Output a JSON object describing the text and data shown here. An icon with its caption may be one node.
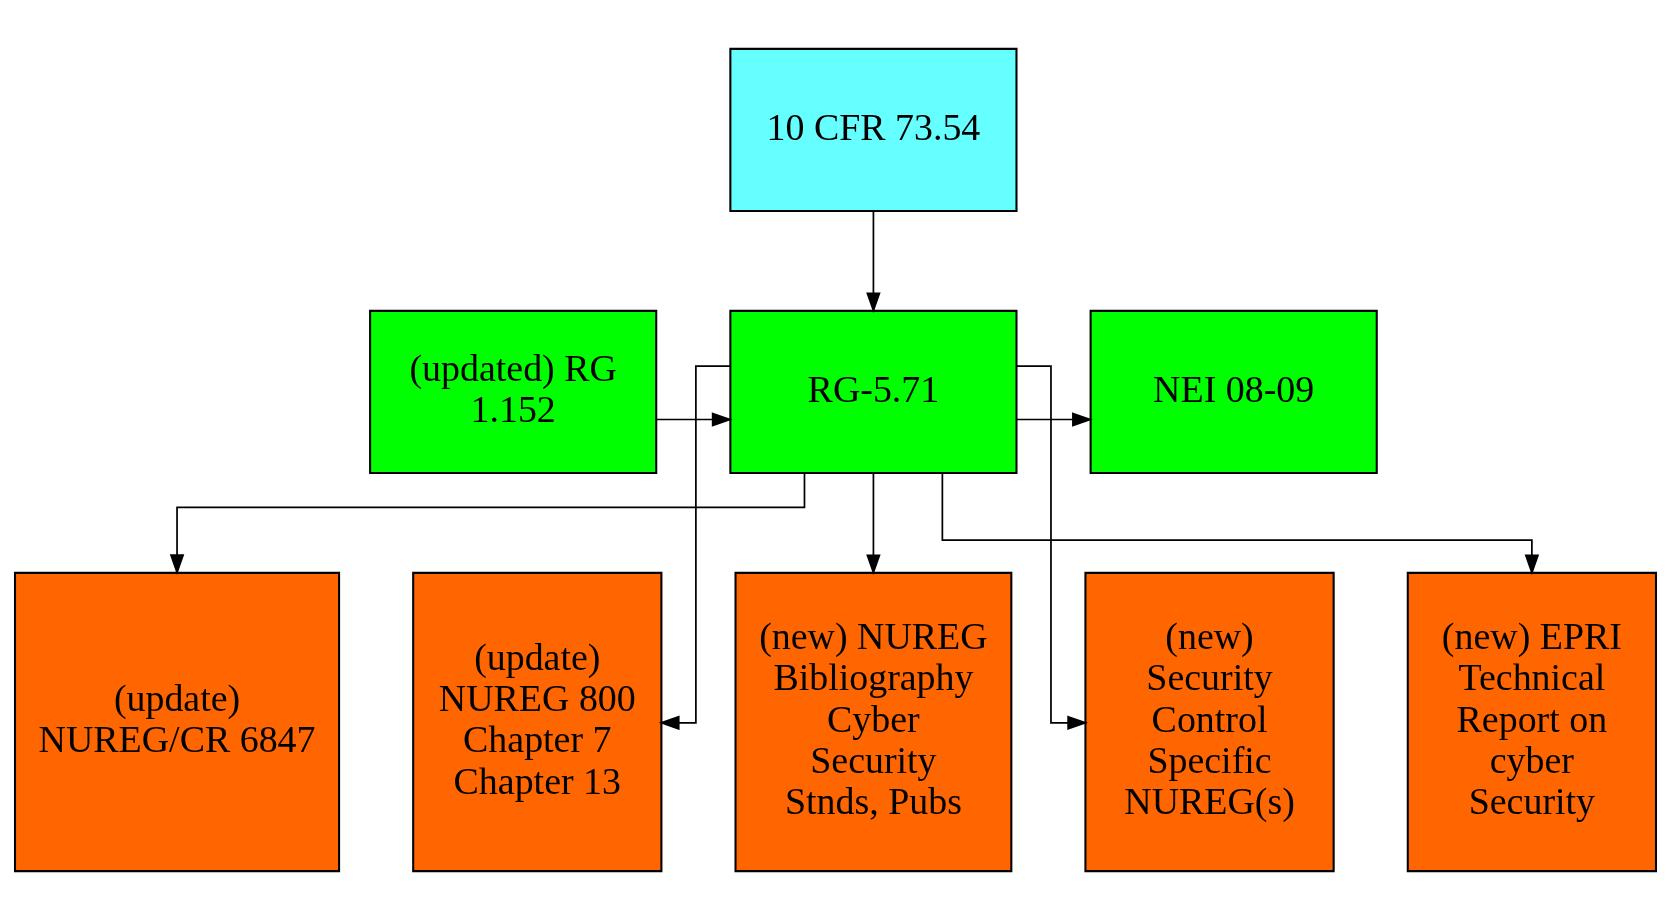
{
  "diagram": {
    "nodes": [
      {
        "text": [
          "10 CFR 73.54"
        ]
      },
      {
        "text": [
          "(updated) RG 1.152"
        ]
      },
      {
        "text": [
          "RG-5.71"
        ]
      },
      {
        "text": [
          "NEI 08-09"
        ]
      },
      {
        "text": [
          "(update) NUREG/CR 6847"
        ]
      },
      {
        "text": [
          "(update) NUREG 800 Chapter 7 Chapter 13"
        ]
      },
      {
        "text": [
          "(new) NUREG Bibliography Cyber Security Stnds, Pubs"
        ]
      },
      {
        "text": [
          "(new) Security Control Specific NUREG(s)"
        ]
      },
      {
        "text": [
          "(new) EPRI Technical Report on cyber Security"
        ]
      }
    ],
    "edges": [
      {
        "from": 0,
        "to": 2,
        "arrow": "to"
      },
      {
        "from": 1,
        "to": 2,
        "arrow": "to"
      },
      {
        "from": 2,
        "to": 3,
        "arrow": "to"
      },
      {
        "from": 2,
        "to": 4,
        "arrow": "to"
      },
      {
        "from": 2,
        "to": 5,
        "arrow": "to"
      },
      {
        "from": 2,
        "to": 6,
        "arrow": "to"
      },
      {
        "from": 2,
        "to": 7,
        "arrow": "to"
      },
      {
        "from": 2,
        "to": 8,
        "arrow": "to"
      }
    ]
  }
}
